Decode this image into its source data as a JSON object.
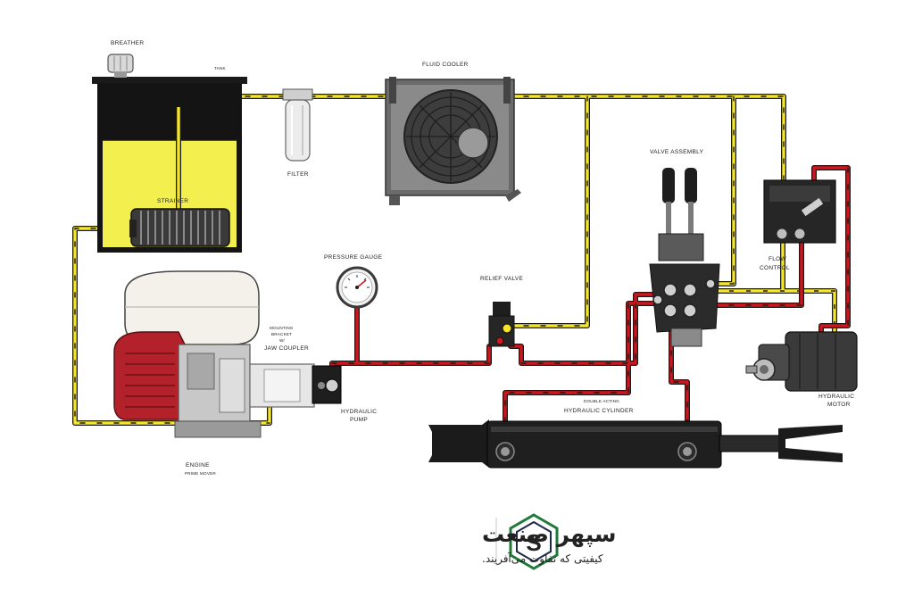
{
  "labels": {
    "breather": "BREATHER",
    "tank": "TANK",
    "fluid_cooler": "FLUID COOLER",
    "filter": "FILTER",
    "strainer": "STRAINER",
    "valve_assembly": "VALVE ASSEMBLY",
    "flow_control_1": "FLOW",
    "flow_control_2": "CONTROL",
    "pressure_gauge": "PRESSURE GAUGE",
    "relief_valve": "RELIEF VALVE",
    "mounting_1": "MOUNTING",
    "mounting_2": "BRACKET",
    "mounting_3": "W/",
    "mounting_4": "JAW COUPLER",
    "hydraulic_pump_1": "HYDRAULIC",
    "hydraulic_pump_2": "PUMP",
    "engine": "ENGINE",
    "engine_sub": "PRIME MOVER",
    "cylinder_1": "DOUBLE ACTING",
    "cylinder_2": "HYDRAULIC CYLINDER",
    "motor_1": "HYDRAULIC",
    "motor_2": "MOTOR"
  },
  "brand": {
    "name": "سپهر صنعت",
    "slogan": "کیفیتی که تفاوت می‌آفریند.",
    "logo_letter": "S"
  },
  "colors": {
    "return_line": "#f5e62a",
    "pressure_line": "#d0161c",
    "brand_green": "#1f7a3a",
    "brand_navy": "#1d2a4a",
    "tank_oil": "#f3ef4e"
  }
}
